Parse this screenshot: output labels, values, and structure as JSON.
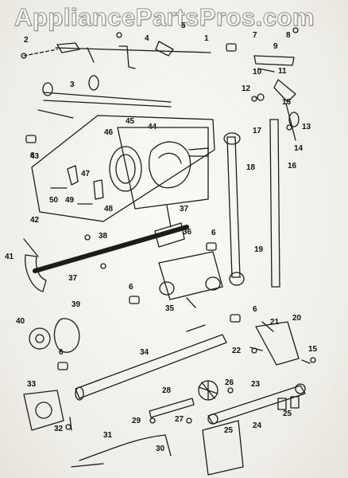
{
  "watermark": "AppliancePartsPros.com",
  "callouts": [
    "1",
    "2",
    "3",
    "4",
    "5",
    "6",
    "7",
    "8",
    "9",
    "10",
    "11",
    "12",
    "13",
    "14",
    "15",
    "16",
    "17",
    "18",
    "19",
    "20",
    "21",
    "22",
    "23",
    "24",
    "25",
    "26",
    "27",
    "28",
    "29",
    "30",
    "31",
    "32",
    "33",
    "34",
    "35",
    "36",
    "37",
    "38",
    "39",
    "40",
    "41",
    "42",
    "43",
    "44",
    "45",
    "46",
    "47",
    "48",
    "49",
    "50"
  ],
  "colors": {
    "ink": "#1c1c1c",
    "paper": "#f4f3ef"
  }
}
